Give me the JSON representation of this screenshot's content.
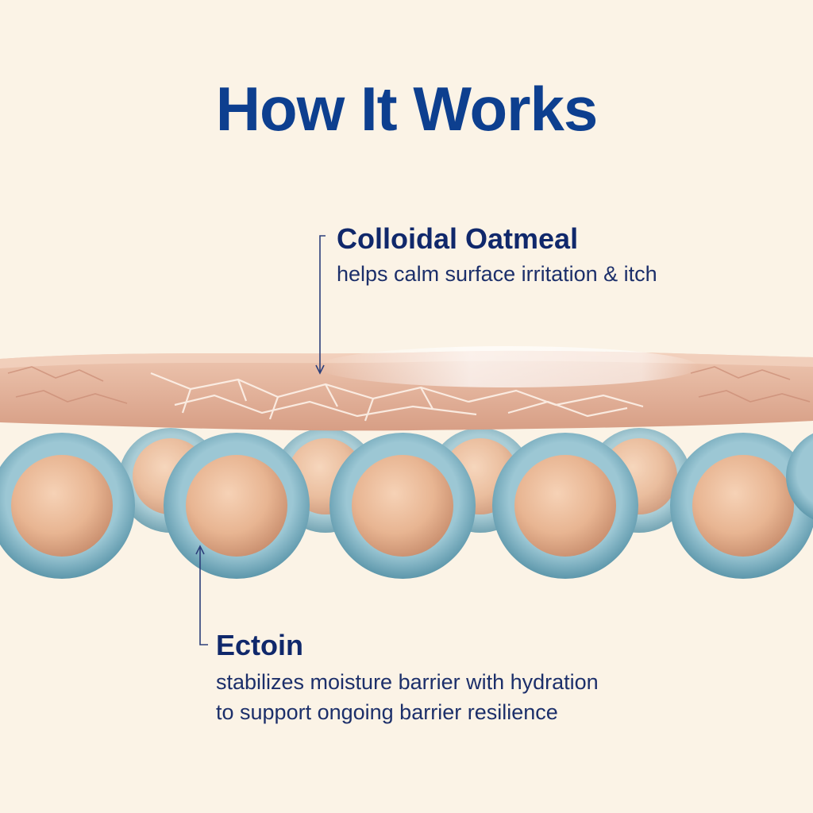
{
  "title": "How It Works",
  "callouts": [
    {
      "title": "Colloidal Oatmeal",
      "description": "helps calm surface irritation & itch"
    },
    {
      "title": "Ectoin",
      "description_lines": [
        "stabilizes moisture barrier with hydration",
        "to support ongoing barrier resilience"
      ]
    }
  ],
  "colors": {
    "background": "#fbf3e6",
    "title": "#0d3f8f",
    "text": "#10286b",
    "cell_shell": "#7fb3c4",
    "cell_core": "#e9b896",
    "skin_layer": "#e7b9a2"
  },
  "icons": [
    "pointer-line-arrow",
    "pointer-line-arrow"
  ]
}
